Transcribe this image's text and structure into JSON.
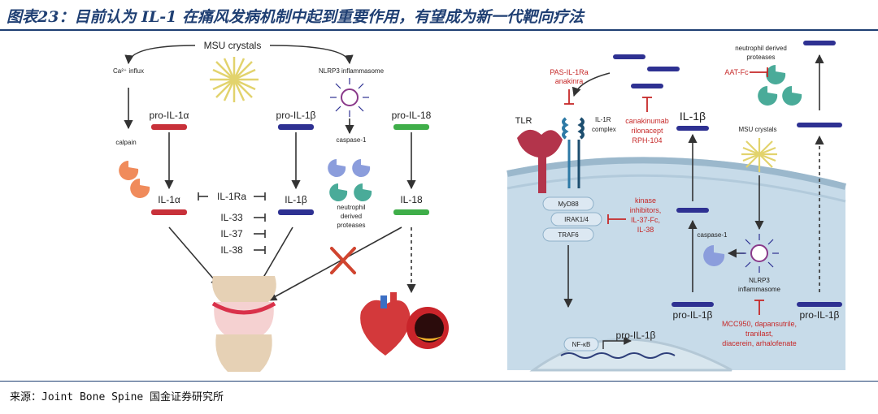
{
  "title": "图表23：目前认为 IL-1 在痛风发病机制中起到重要作用，有望成为新一代靶向疗法",
  "source": "来源：Joint Bone Spine 国金证券研究所",
  "left_panel": {
    "msu_crystals": "MSU crystals",
    "ca_influx": "Ca²⁺ influx",
    "nlrp3_inflammasome": "NLRP3 inflammasome",
    "calpain": "calpain",
    "caspase1": "caspase-1",
    "neutrophil_label_1": "neutrophil",
    "neutrophil_label_2": "derived",
    "neutrophil_label_3": "proteases",
    "pro_il1a": "pro-IL-1α",
    "pro_il1b": "pro-IL-1β",
    "pro_il18": "pro-IL-18",
    "il1a": "IL-1α",
    "il1b": "IL-1β",
    "il18": "IL-18",
    "inhibitors": [
      "IL-1Ra",
      "IL-33",
      "IL-37",
      "IL-38"
    ]
  },
  "right_panel": {
    "pas_il1ra": "PAS-IL-1Ra",
    "anakinra": "anakinra",
    "tlr": "TLR",
    "il1r_complex_1": "IL-1R",
    "il1r_complex_2": "complex",
    "canakinumab": "canakinumab",
    "rilonacept": "rilonacept",
    "rph104": "RPH-104",
    "il1b_top": "IL-1β",
    "neutrophil_derived": "neutrophil derived",
    "proteases": "proteases",
    "aat_fc": "AAT-Fc",
    "msu_crystals": "MSU crystals",
    "myd88": "MyD88",
    "irak": "IRAK1/4",
    "traf6": "TRAF6",
    "kinase_1": "kinase",
    "kinase_2": "inhibitors,",
    "kinase_3": "IL-37-Fc,",
    "kinase_4": "IL-38",
    "caspase1": "caspase-1",
    "nlrp3": "NLRP3",
    "inflammasome": "inflammasome",
    "mcc950_1": "MCC950, dapansutrile,",
    "mcc950_2": "tranilast,",
    "mcc950_3": "diacerein, arhalofenate",
    "nfkb": "NF-κB",
    "pro_il1b_nucleus": "pro-IL-1β",
    "pro_il1b_1": "pro-IL-1β",
    "pro_il1b_2": "pro-IL-1β"
  },
  "colors": {
    "title_blue": "#1f3f73",
    "il1a_red": "#c8313a",
    "il1b_navy": "#2e3192",
    "il18_green": "#3fae49",
    "inhibitor_red": "#c62828",
    "caspase_blue": "#7c8fd8",
    "protease_teal": "#4aab99",
    "calpain_orange": "#f08b5b",
    "crystal_yellow": "#e9dc7a",
    "cell_blue": "#c7dbe9"
  }
}
